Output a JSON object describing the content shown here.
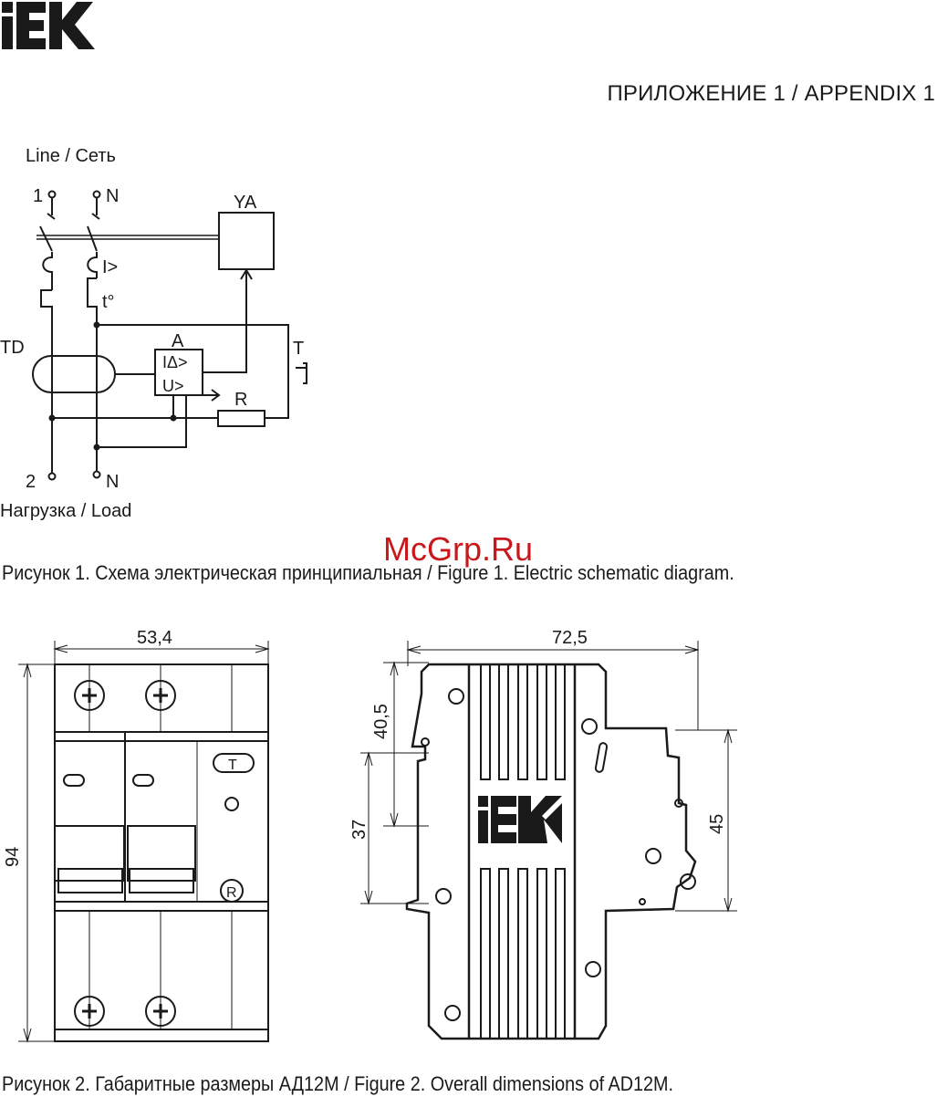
{
  "header": {
    "appendix_title": "ПРИЛОЖЕНИЕ 1 / APPENDIX 1"
  },
  "watermark": "McGrp.Ru",
  "schematic": {
    "line_label": "Line / Сеть",
    "load_label": "Нагрузка / Load",
    "term_1": "1",
    "term_n_top": "N",
    "term_2": "2",
    "term_n_bottom": "N",
    "ya": "YA",
    "overcurrent": "I>",
    "thermal": "t°",
    "td": "TD",
    "amp": "A",
    "idelta": "IΔ>",
    "uvolt": "U>",
    "test": "T",
    "resistor": "R"
  },
  "figure1_caption": "Рисунок 1. Схема электрическая принципиальная / Figure 1. Electric schematic diagram.",
  "dimensions": {
    "front_width": "53,4",
    "front_height": "94",
    "side_width": "72,5",
    "side_top": "40,5",
    "side_mid": "37",
    "side_right": "45",
    "test_button": "T",
    "r_button": "R"
  },
  "figure2_caption": "Рисунок 2. Габаритные размеры АД12М / Figure 2. Overall dimensions of AD12M.",
  "colors": {
    "ink": "#1a1a1a",
    "watermark": "#c8181c"
  }
}
